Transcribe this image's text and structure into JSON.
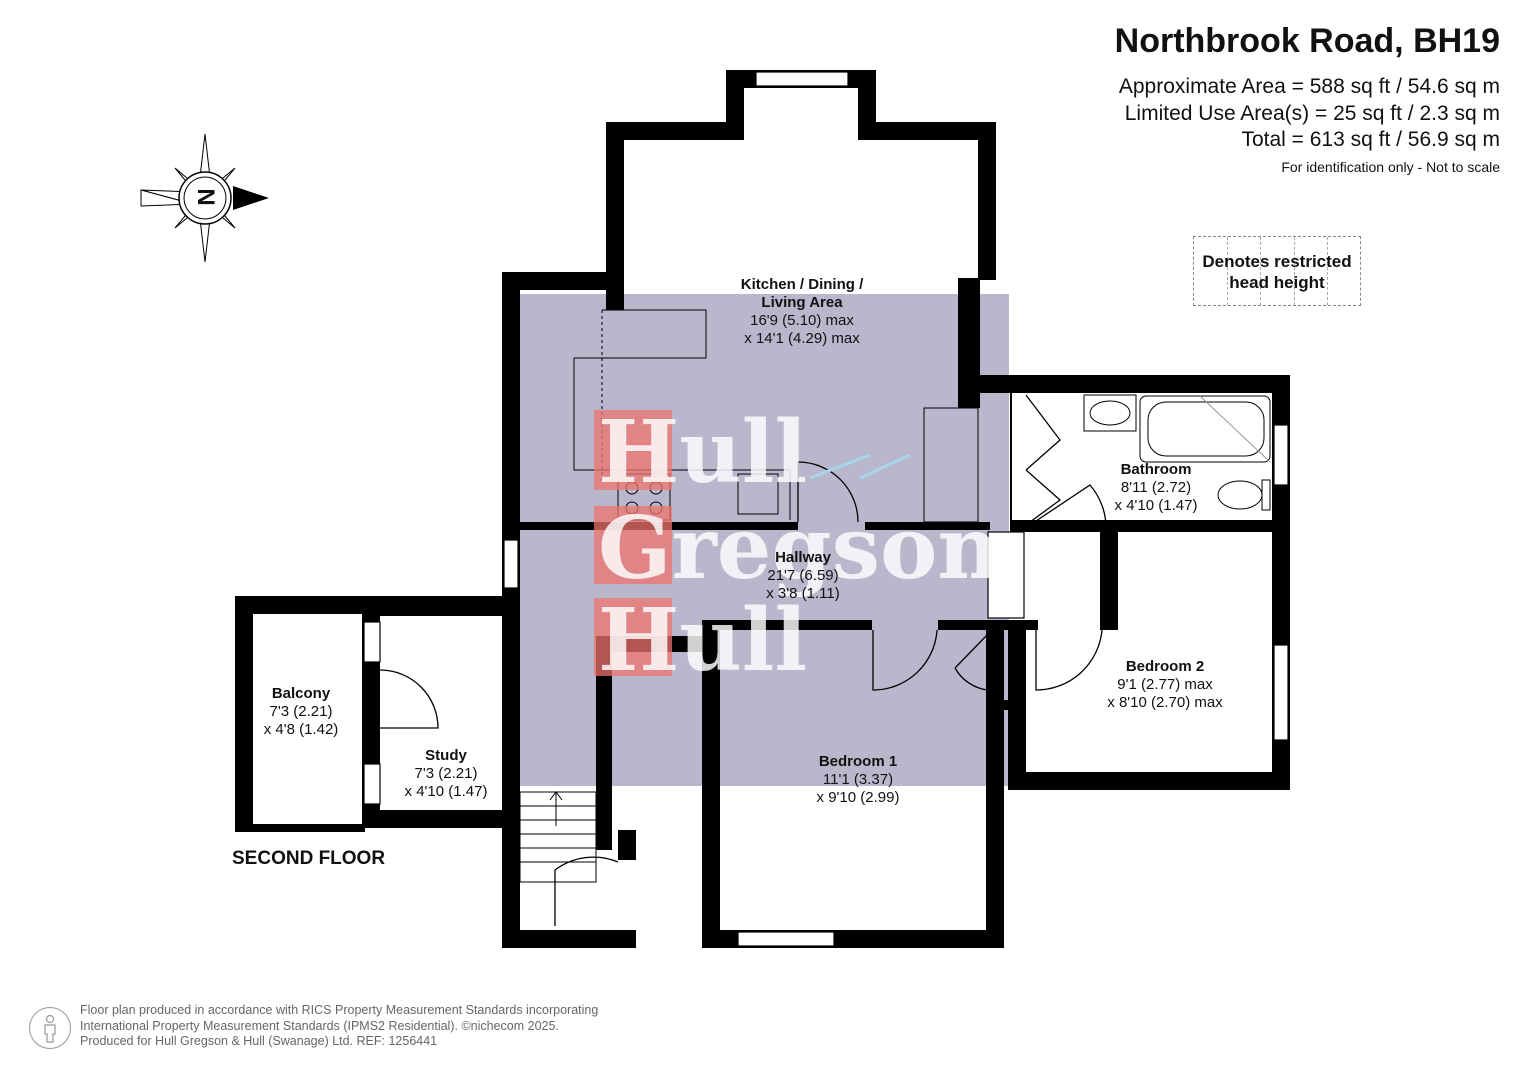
{
  "header": {
    "title": "Northbrook Road, BH19",
    "approx_area": "Approximate Area = 588 sq ft / 54.6 sq m",
    "limited_area": "Limited Use Area(s) = 25 sq ft / 2.3 sq m",
    "total": "Total = 613 sq ft / 56.9 sq m",
    "disclaimer": "For identification only - Not to scale"
  },
  "restricted_legend": {
    "line1": "Denotes restricted",
    "line2": "head height"
  },
  "compass": {
    "label": "N",
    "icon": "compass-icon"
  },
  "floor_label": "SECOND FLOOR",
  "rooms": {
    "kitchen": {
      "name_line1": "Kitchen  / Dining /",
      "name_line2": "Living Area",
      "dim1": "16'9 (5.10) max",
      "dim2": "x 14'1 (4.29) max"
    },
    "bathroom": {
      "name": "Bathroom",
      "dim1": "8'11 (2.72)",
      "dim2": "x 4'10 (1.47)"
    },
    "hallway": {
      "name": "Hallway",
      "dim1": "21'7 (6.59)",
      "dim2": "x 3'8 (1.11)"
    },
    "bedroom2": {
      "name": "Bedroom 2",
      "dim1": "9'1 (2.77) max",
      "dim2": "x 8'10 (2.70) max"
    },
    "balcony": {
      "name": "Balcony",
      "dim1": "7'3 (2.21)",
      "dim2": "x 4'8 (1.42)"
    },
    "study": {
      "name": "Study",
      "dim1": "7'3 (2.21)",
      "dim2": "x 4'10 (1.47)"
    },
    "bedroom1": {
      "name": "Bedroom 1",
      "dim1": "11'1 (3.37)",
      "dim2": "x 9'10 (2.99)"
    }
  },
  "watermark": {
    "word1": "Hull",
    "word2": "Gregson",
    "word3": "Hull"
  },
  "footer": {
    "line1": "Floor plan produced in accordance with RICS Property Measurement Standards incorporating",
    "line2": "International Property Measurement Standards (IPMS2 Residential).  ©nichecom 2025.",
    "line3": "Produced for Hull Gregson & Hull (Swanage) Ltd.   REF:  1256441",
    "icon": "person-icon"
  },
  "colors": {
    "wall": "#000000",
    "restricted_fill": "#b9b7cc",
    "watermark_red": "#ef736e",
    "fixture_blue": "#a8d4ec"
  }
}
